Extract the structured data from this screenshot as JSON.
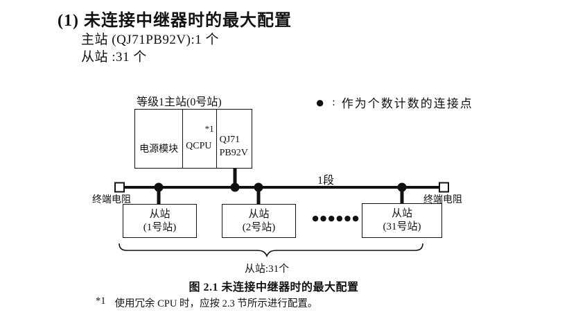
{
  "page": {
    "heading": "(1) 未连接中继器时的最大配置",
    "master_count_line": "主站 (QJ71PB92V):1 个",
    "slave_count_line": "从站 :31 个"
  },
  "diagram": {
    "master_label": "等级1主站(0号站)",
    "power_module": "电源模块",
    "cpu": "QCPU",
    "cpu_note": "*1",
    "pb_module_line1": "QJ71",
    "pb_module_line2": "PB92V",
    "legend_symbol": "●",
    "legend_colon": ":",
    "legend_text": "作为个数计数的连接点",
    "segment_label": "1段",
    "terminator_left": "终端电阻",
    "terminator_right": "终端电阻",
    "slaves": [
      {
        "line1": "从站",
        "line2": "(1号站)"
      },
      {
        "line1": "从站",
        "line2": "(2号站)"
      },
      {
        "line1": "从站",
        "line2": "(31号站)"
      }
    ],
    "ellipsis": "●●●●●●",
    "brace_label": "从站:31个"
  },
  "caption": "图 2.1 未连接中继器时的最大配置",
  "footnote": {
    "marker": "*1",
    "text": "使用冗余 CPU 时，应按 2.3 节所示进行配置。"
  }
}
